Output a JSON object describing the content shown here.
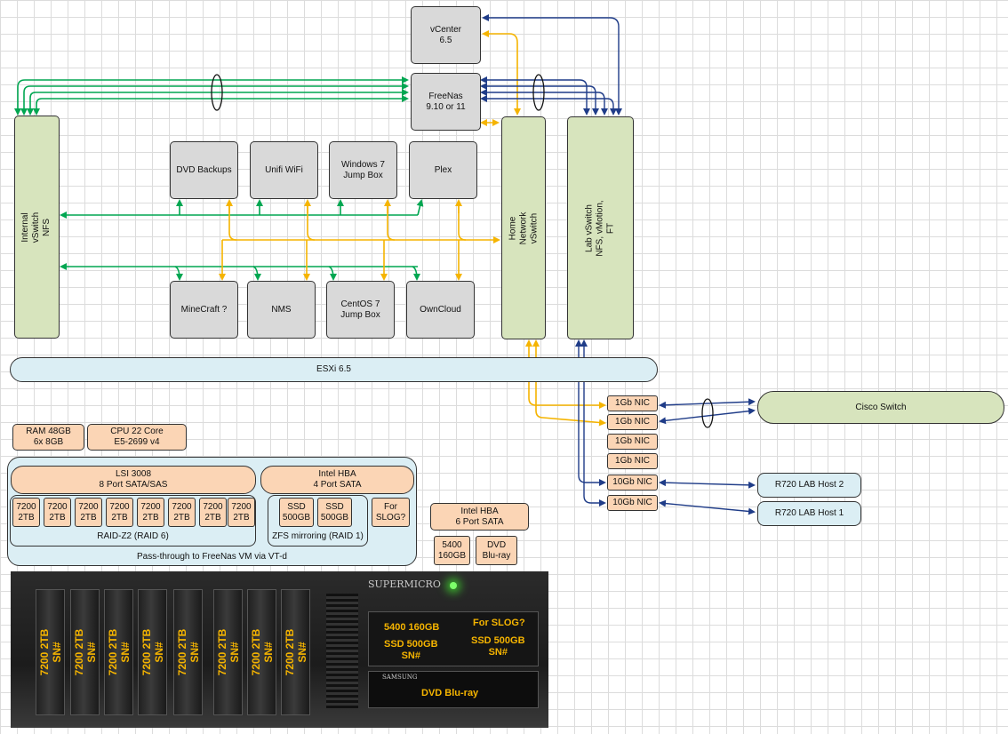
{
  "nodes": {
    "vcenter": "vCenter\n6.5",
    "freenas": "FreeNas\n9.10 or 11",
    "internal_vswitch": "Internal\nvSwitch\nNFS",
    "home_vswitch": "Home\nNetwork\nvSwitch",
    "lab_vswitch": "Lab vSwitch\nNFS, vMotion,\nFT",
    "esxi": "ESXi 6.5",
    "cisco": "Cisco Switch",
    "r720_host2": "R720 LAB Host 2",
    "r720_host1": "R720 LAB Host 1"
  },
  "vms_top": [
    "DVD Backups",
    "Unifi WiFi",
    "Windows 7\nJump Box",
    "Plex"
  ],
  "vms_bottom": [
    "MineCraft ?",
    "NMS",
    "CentOS 7\nJump Box",
    "OwnCloud"
  ],
  "nics": [
    "1Gb NIC",
    "1Gb NIC",
    "1Gb NIC",
    "1Gb NIC",
    "10Gb NIC",
    "10Gb NIC"
  ],
  "hardware": {
    "ram": "RAM 48GB\n6x 8GB",
    "cpu": "CPU 22 Core\nE5-2699 v4",
    "lsi": "LSI 3008\n8 Port SATA/SAS",
    "drive": "7200\n2TB",
    "raid_z2": "RAID-Z2 (RAID 6)",
    "intel_hba_4": "Intel HBA\n4 Port SATA",
    "ssd": "SSD\n500GB",
    "for_slog": "For\nSLOG?",
    "zfs_mirror": "ZFS mirroring (RAID 1)",
    "passthrough": "Pass-through to FreeNas VM via VT-d",
    "intel_hba_6": "Intel HBA\n6 Port SATA",
    "hdd_5400": "5400\n160GB",
    "dvd": "DVD\nBlu-ray"
  },
  "photo": {
    "brand": "SUPERMICRO",
    "bay_label": "7200 2TB\nSN#",
    "bay_5400": "5400 160GB",
    "bay_slog": "For SLOG?",
    "bay_ssd": "SSD 500GB\nSN#",
    "dvd": "DVD Blu-ray",
    "dvd_brand": "SAMSUNG"
  },
  "colors": {
    "green_link": "#00a651",
    "yellow_link": "#f5b400",
    "blue_link": "#1f3c88",
    "vm_fill": "#d9d9d9",
    "switch_fill": "#d7e4bd",
    "hardware_fill": "#fbd5b5",
    "host_fill": "#dbeef4"
  }
}
